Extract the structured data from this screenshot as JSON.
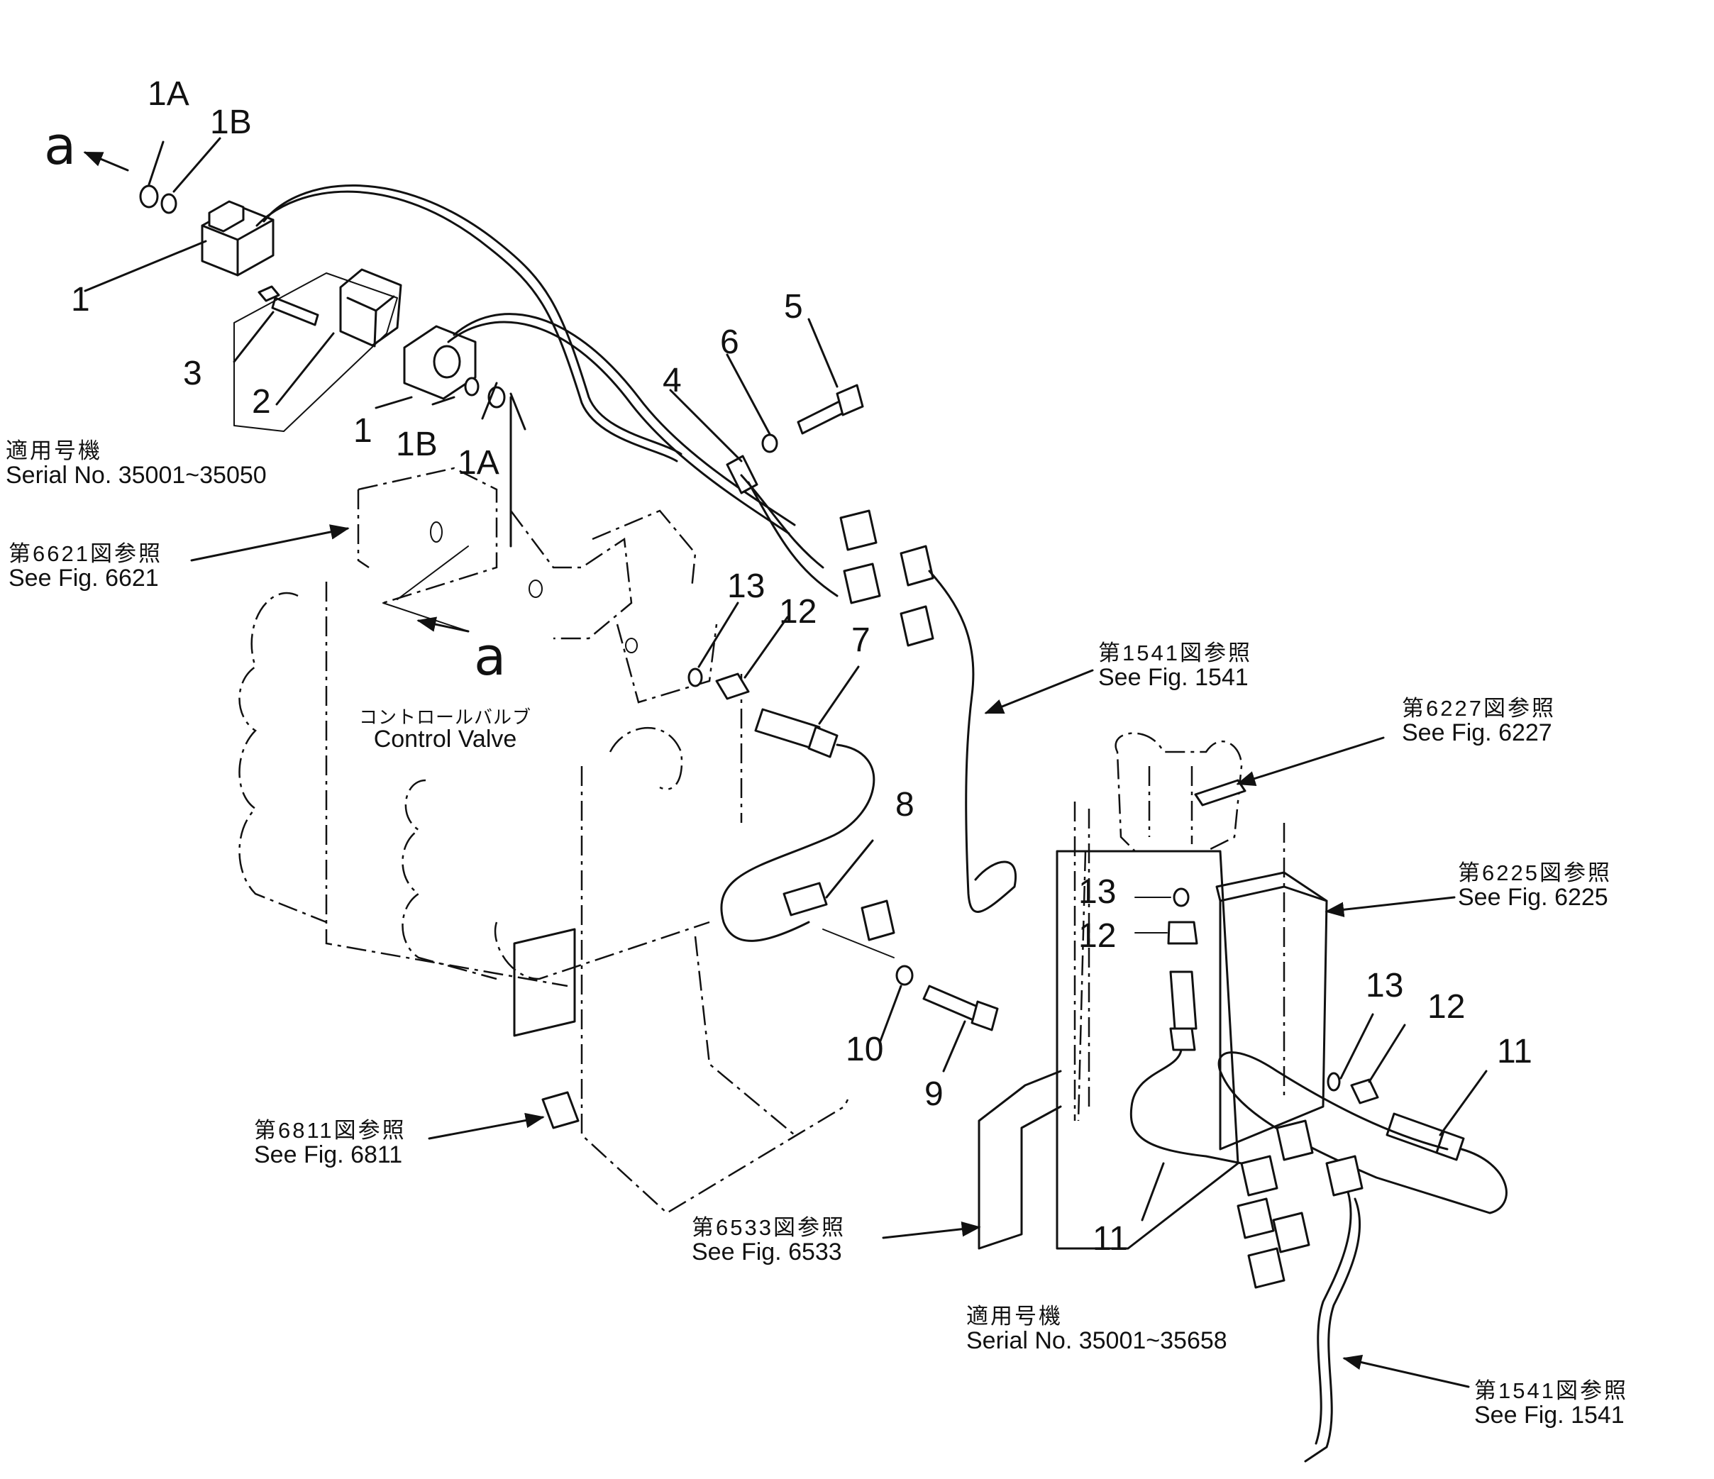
{
  "parts": {
    "p1_top": "1",
    "p1a_top": "1A",
    "p1b_top": "1B",
    "p1_mid": "1",
    "p1a_mid": "1A",
    "p1b_mid": "1B",
    "p2": "2",
    "p3": "3",
    "p4": "4",
    "p5": "5",
    "p6": "6",
    "p7": "7",
    "p8": "8",
    "p9": "9",
    "p10": "10",
    "p11_right": "11",
    "p11_lower": "11",
    "p12_valve": "12",
    "p12_right": "12",
    "p12_bracket": "12",
    "p13_valve": "13",
    "p13_right": "13",
    "p13_bracket": "13"
  },
  "view_markers": {
    "a_top": "a",
    "a_valve": "a"
  },
  "serial_notes": {
    "top": {
      "jp": "適用号機",
      "en": "Serial No. 35001~35050"
    },
    "bottom": {
      "jp": "適用号機",
      "en": "Serial No. 35001~35658"
    }
  },
  "component": {
    "jp": "コントロールバルブ",
    "en": "Control Valve"
  },
  "references": {
    "fig6621": {
      "jp": "第6621図参照",
      "en": "See Fig. 6621"
    },
    "fig1541_upper": {
      "jp": "第1541図参照",
      "en": "See Fig. 1541"
    },
    "fig6227": {
      "jp": "第6227図参照",
      "en": "See Fig. 6227"
    },
    "fig6225": {
      "jp": "第6225図参照",
      "en": "See Fig. 6225"
    },
    "fig6811": {
      "jp": "第6811図参照",
      "en": "See Fig. 6811"
    },
    "fig6533": {
      "jp": "第6533図参照",
      "en": "See Fig. 6533"
    },
    "fig1541_lower": {
      "jp": "第1541図参照",
      "en": "See Fig. 1541"
    }
  }
}
